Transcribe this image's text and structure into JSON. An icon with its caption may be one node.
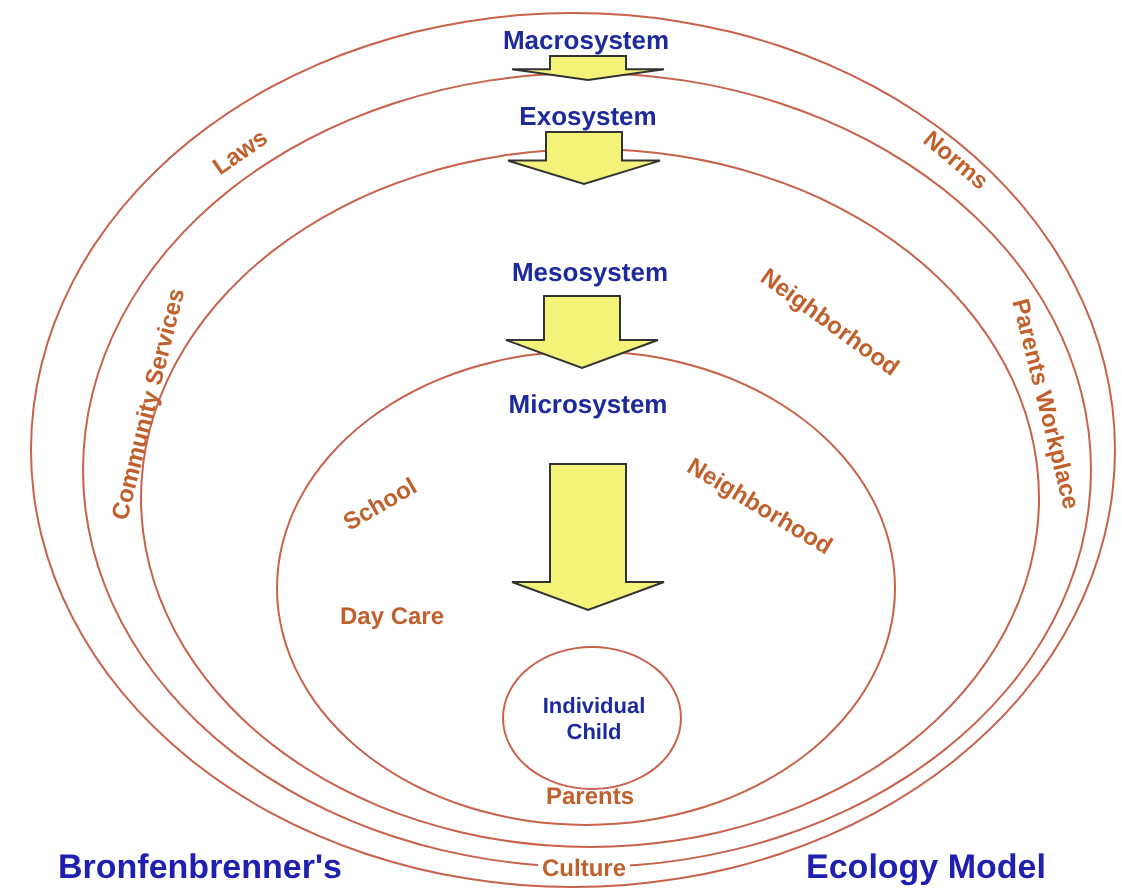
{
  "diagram": {
    "nodes": [
      {
        "text": [
          "Macrosystem"
        ]
      },
      {
        "text": [
          "Exosystem"
        ],
        "in": 0
      },
      {
        "text": [
          "Mesosystem"
        ],
        "in": 1
      },
      {
        "text": [
          "Microsystem"
        ],
        "in": 2
      },
      {
        "text": [
          "Individual Child"
        ],
        "in": 3
      }
    ],
    "edges": [
      {
        "from": 0,
        "to": 1,
        "arrow": "to"
      },
      {
        "from": 1,
        "to": 2,
        "arrow": "to"
      },
      {
        "from": 2,
        "to": 3,
        "arrow": "to"
      },
      {
        "from": 3,
        "to": 4,
        "arrow": "to"
      }
    ],
    "labels": [
      "Laws",
      "Norms",
      "Community Services",
      "Parents Workplace",
      "Neighborhood",
      "Neighborhood",
      "School",
      "Day Care",
      "Parents",
      "Bronfenbrenner's",
      "Culture",
      "Ecology Model"
    ]
  }
}
